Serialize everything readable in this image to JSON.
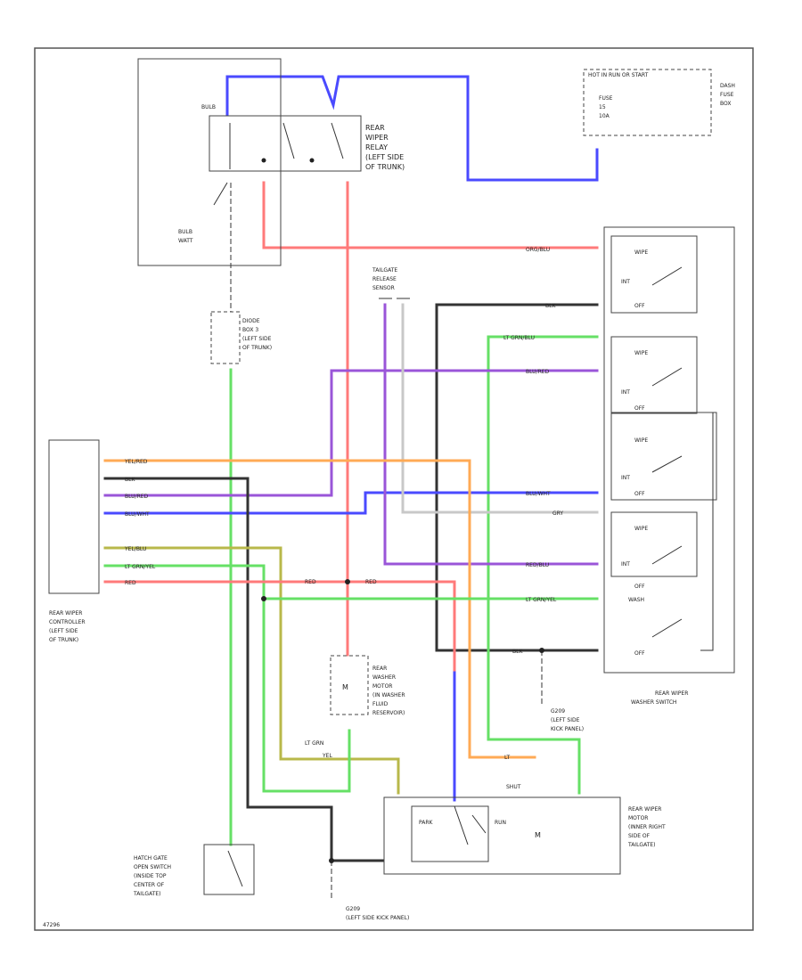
{
  "colors": {
    "blue": "#4a4aff",
    "red": "#ff7a7a",
    "green": "#66e066",
    "orange": "#ffaa55",
    "violet": "#9a55d8",
    "black": "#333333",
    "gray": "#c8c8c8",
    "olive": "#b8b84a"
  },
  "components": {
    "relay": {
      "label": [
        "REAR",
        "WIPER",
        "RELAY",
        "(LEFT SIDE",
        "OF TRUNK)"
      ],
      "bulb_top": "BULB",
      "bulb_side": "BULB",
      "bulb_watt": "WATT"
    },
    "fuse_box": {
      "label": [
        "DASH",
        "FUSE",
        "BOX"
      ],
      "inner": [
        "HOT IN RUN OR START",
        "FUSE",
        "15",
        "10A"
      ]
    },
    "diode": {
      "label": [
        "DIODE",
        "BOX 3",
        "(LEFT SIDE",
        "OF TRUNK)"
      ]
    },
    "tailgate_sensor": {
      "label": [
        "TAILGATE",
        "RELEASE",
        "SENSOR"
      ]
    },
    "controller": {
      "label": [
        "REAR WIPER",
        "CONTROLLER",
        "(LEFT SIDE",
        "OF TRUNK)"
      ]
    },
    "washer_motor": {
      "label": [
        "REAR",
        "WASHER",
        "MOTOR",
        "(IN WASHER",
        "FLUID",
        "RESERVOIR)"
      ]
    },
    "switch": {
      "label": [
        "REAR WIPER",
        "WASHER SWITCH"
      ],
      "positions": [
        "WIPE",
        "INT",
        "OFF",
        "WASH"
      ]
    },
    "g_left_panel": {
      "label": [
        "G209",
        "(LEFT SIDE",
        "KICK PANEL)"
      ]
    },
    "g_bottom": {
      "label": [
        "G209",
        "(LEFT SIDE KICK PANEL)"
      ]
    },
    "wiper_motor": {
      "label": [
        "REAR WIPER",
        "MOTOR",
        "(INNER RIGHT",
        "SIDE OF",
        "TAILGATE)"
      ],
      "park": "PARK",
      "run": "RUN",
      "shut": "SHUT"
    },
    "hatch_switch": {
      "label": [
        "HATCH GATE",
        "OPEN SWITCH",
        "(INSIDE TOP",
        "CENTER OF",
        "TAILGATE)"
      ]
    }
  },
  "wire_labels": {
    "controller": [
      "YEL/RED",
      "BLK",
      "BLU/RED",
      "BLU/WHT",
      "YEL/BLU",
      "LT GRN/YEL",
      "RED"
    ],
    "switch": [
      "ORG/BLU",
      "BLK",
      "LT GRN/BLU",
      "BLU/RED",
      "BLU/WHT",
      "GRY",
      "RED/BLU",
      "LT GRN/YEL",
      "BLK"
    ],
    "misc": [
      "RED",
      "RED",
      "LT GRN",
      "YEL",
      "LT"
    ]
  },
  "footer": {
    "code": "47296"
  }
}
